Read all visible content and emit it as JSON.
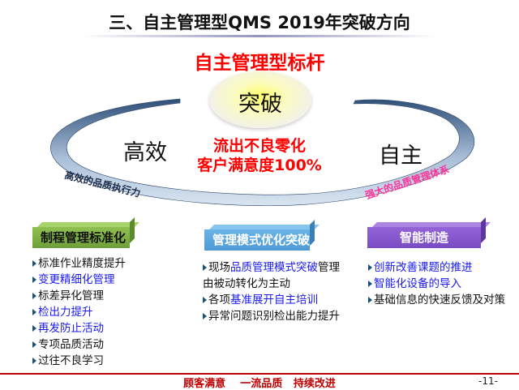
{
  "slide": {
    "title": "三、自主管理型QMS 2019年突破方向",
    "subtitle": "自主管理型标杆",
    "center": {
      "ellipse_label": "突破",
      "goals": [
        "流出不良零化",
        "客户满意度100%"
      ]
    },
    "left_side_label": "高效",
    "right_side_label": "自主",
    "arc_left_label": "高效的品质执行力",
    "arc_right_label": "强大的品质管理体系",
    "colors": {
      "title": "#111111",
      "accent_red": "#ff0000",
      "arc_right_text": "#ff3399",
      "arc_left_text": "#1a2a4a",
      "ring_blue": "#3a5f8a",
      "green_header": "#78a840",
      "blue_header": "#5aa6dc",
      "purple_header": "#8456cc",
      "highlight_text": "#1a1aee",
      "footer_red": "#c00000"
    },
    "columns": [
      {
        "header": "制程管理标准化",
        "items": [
          {
            "parts": [
              {
                "text": "标准作业精度提升",
                "highlight": false
              }
            ]
          },
          {
            "parts": [
              {
                "text": "变更精细化管理",
                "highlight": true
              }
            ]
          },
          {
            "parts": [
              {
                "text": "标差异化管理",
                "highlight": false
              }
            ]
          },
          {
            "parts": [
              {
                "text": "检出力提升",
                "highlight": true
              }
            ]
          },
          {
            "parts": [
              {
                "text": "再发防止活动",
                "highlight": true
              }
            ]
          },
          {
            "parts": [
              {
                "text": "专项品质活动",
                "highlight": false
              }
            ]
          },
          {
            "parts": [
              {
                "text": "过往不良学习",
                "highlight": false
              }
            ]
          }
        ]
      },
      {
        "header": "管理模式优化突破",
        "items": [
          {
            "parts": [
              {
                "text": "现场",
                "highlight": false
              },
              {
                "text": "品质管理模式突破",
                "highlight": true
              },
              {
                "text": "管理由被动转化为主动",
                "highlight": false
              }
            ]
          },
          {
            "parts": [
              {
                "text": "各项",
                "highlight": false
              },
              {
                "text": "基准展开自主培训",
                "highlight": true
              }
            ]
          },
          {
            "parts": [
              {
                "text": "异常问题识别检出能力提升",
                "highlight": false
              }
            ]
          }
        ]
      },
      {
        "header": "智能制造",
        "items": [
          {
            "parts": [
              {
                "text": "创新改善课题的推进",
                "highlight": true
              }
            ]
          },
          {
            "parts": [
              {
                "text": "智能化设备的导入",
                "highlight": true
              }
            ]
          },
          {
            "parts": [
              {
                "text": "基础信息的快速反馈及对策",
                "highlight": false
              }
            ]
          }
        ]
      }
    ],
    "footer": {
      "slogan": "顾客满意    一流品质   持续改进",
      "page_number": "-11-"
    }
  }
}
